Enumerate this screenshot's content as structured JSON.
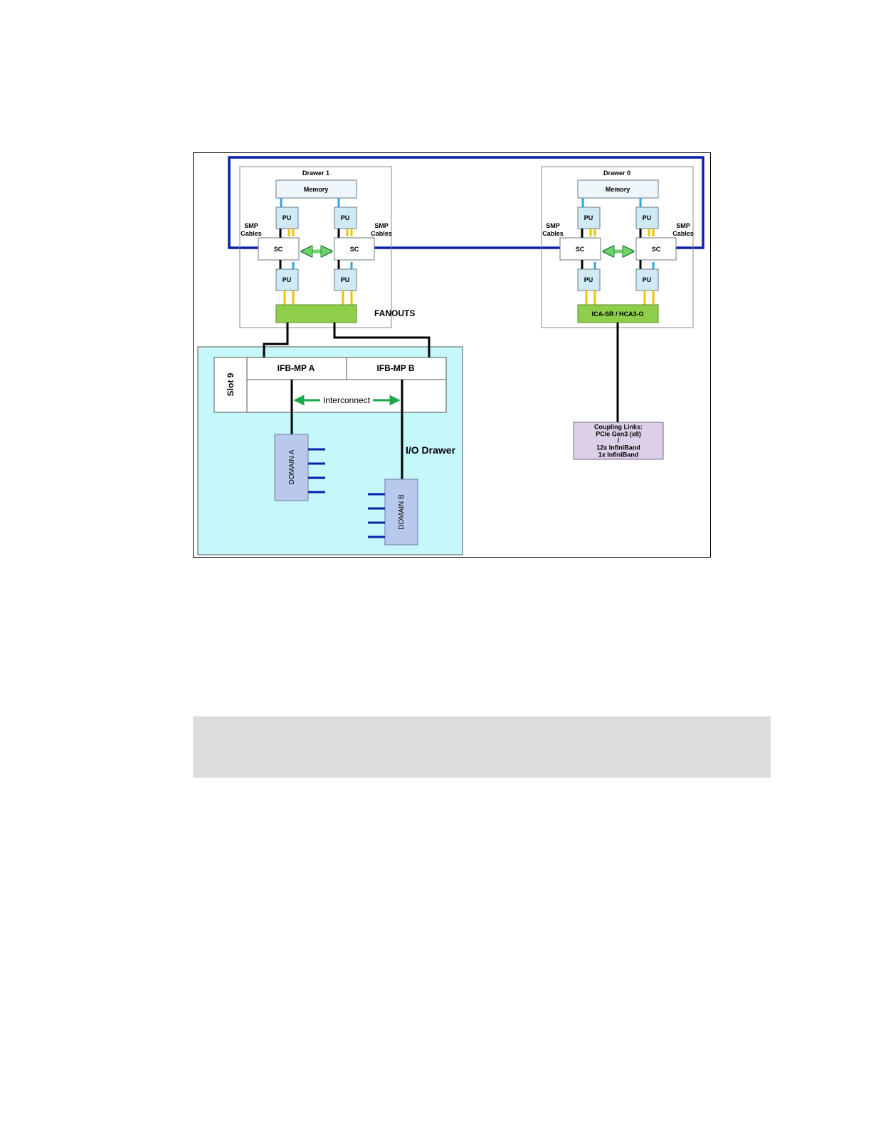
{
  "diagram": {
    "drawer_1": {
      "title": "Drawer 1",
      "memory": "Memory",
      "pu": "PU",
      "sc": "SC",
      "smp_cables_line1": "SMP",
      "smp_cables_line2": "Cables",
      "fanouts": "FANOUTS"
    },
    "drawer_0": {
      "title": "Drawer 0",
      "memory": "Memory",
      "pu": "PU",
      "sc": "SC",
      "smp_cables_line1": "SMP",
      "smp_cables_line2": "Cables",
      "fanout_label": "ICA-SR / HCA3-O"
    },
    "io_drawer": {
      "title": "I/O Drawer",
      "slot": "Slot 9",
      "ifb_a": "IFB-MP A",
      "ifb_b": "IFB-MP B",
      "interconnect": "Interconnect",
      "domain_a": "DOMAIN A",
      "domain_b": "DOMAIN B"
    },
    "coupling": {
      "line1": "Coupling Links:",
      "line2": "PCIe Gen3 (x8)",
      "line3": "/",
      "line4": "12x InfiniBand",
      "line5": "1x InfiniBand"
    },
    "colors": {
      "smp_cable": "#0a1fa8",
      "memory_link": "#29a8e0",
      "pu_link": "#f2c200",
      "fanout_green": "#8fce4a",
      "interconnect_green": "#1aa84a",
      "io_background": "#c6f7fb",
      "domain_fill": "#b8c9ec",
      "coupling_fill": "#dcd0e8"
    }
  }
}
